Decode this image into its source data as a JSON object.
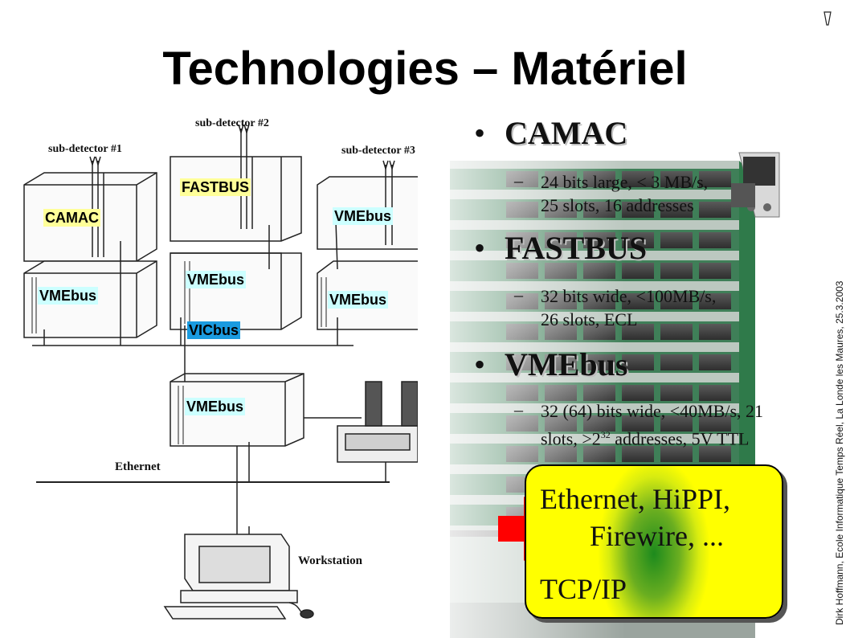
{
  "slide": {
    "title": "Technologies – Matériel"
  },
  "bullets": [
    {
      "label": "CAMAC",
      "sub": [
        "24 bits large, < 3 MB/s,",
        "25 slots, 16 addresses"
      ]
    },
    {
      "label": "FASTBUS",
      "sub": [
        "32 bits wide, <100MB/s,",
        "26 slots, ECL"
      ]
    },
    {
      "label": "VMEbus",
      "sub_line1": "32 (64) bits wide, <40MB/s, 21",
      "sub_line2_pre": "slots, >2",
      "sub_line2_sup": "32",
      "sub_line2_post": " addresses, 5V TTL"
    }
  ],
  "diagram": {
    "subdetectors": [
      "sub-detector #1",
      "sub-detector #2",
      "sub-detector #3"
    ],
    "crate_labels": {
      "camac": "CAMAC",
      "fastbus": "FASTBUS",
      "vme1": "VMEbus",
      "vme2": "VMEbus",
      "vme3": "VMEbus",
      "vme4": "VMEbus",
      "vme5": "VMEbus",
      "vicbus": "VICbus"
    },
    "ethernet": "Ethernet",
    "workstation": "Workstation"
  },
  "callout": {
    "line1": "Ethernet, HiPPI,",
    "line2": "Firewire, ...",
    "line3": "TCP/IP"
  },
  "footer": {
    "vertical": "Dirk Hoffmann, Ecole Informatique Temps Réel, La Londe les Maures, 25.3.2003"
  },
  "colors": {
    "label_yellow": "#ffff99",
    "label_cyan": "#ccffff",
    "label_blue": "#1a9be0",
    "arrow": "#ff0000",
    "callout_yellow": "#ffff00",
    "callout_green": "#1d8a1d"
  }
}
